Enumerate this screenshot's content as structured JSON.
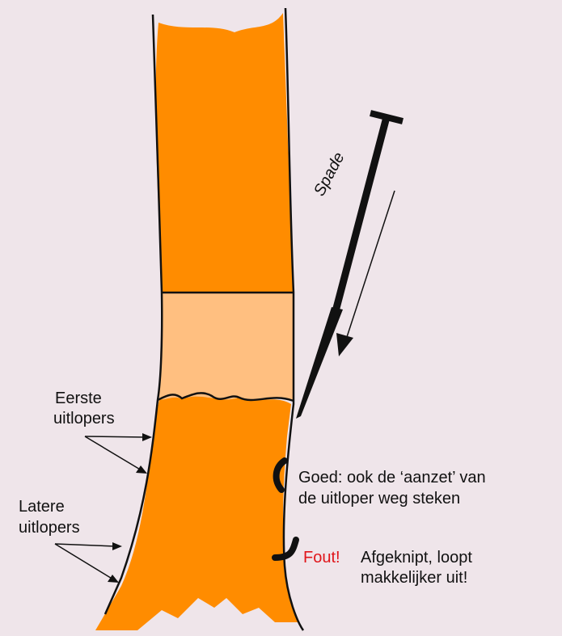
{
  "labels": {
    "spade": "Spade",
    "eerste_line1": "Eerste",
    "eerste_line2": "uitlopers",
    "latere_line1": "Latere",
    "latere_line2": "uitlopers",
    "goed_line1": "Goed: ook de ‘aanzet’ van",
    "goed_line2": "de uitloper weg steken",
    "fout": "Fout!",
    "fout_desc_line1": "Afgeknipt, loopt",
    "fout_desc_line2": "makkelijker uit!"
  },
  "colors": {
    "background": "#efe5ea",
    "stem": "#ff8c00",
    "stem_cut_section": "#ffbf80",
    "outline": "#111111",
    "fout_text": "#e0161b"
  }
}
